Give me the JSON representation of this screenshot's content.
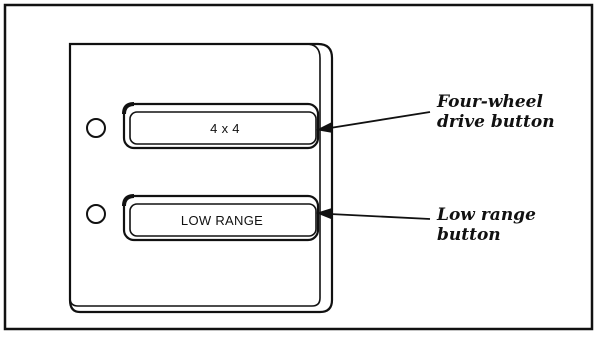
{
  "diagram": {
    "buttons": [
      {
        "id": "four_wheel_drive",
        "label": "4 x 4"
      },
      {
        "id": "low_range",
        "label": "LOW RANGE"
      }
    ],
    "callouts": [
      {
        "target": "four_wheel_drive",
        "text": "Four-wheel\ndrive button"
      },
      {
        "target": "low_range",
        "text": "Low range\nbutton"
      }
    ]
  }
}
